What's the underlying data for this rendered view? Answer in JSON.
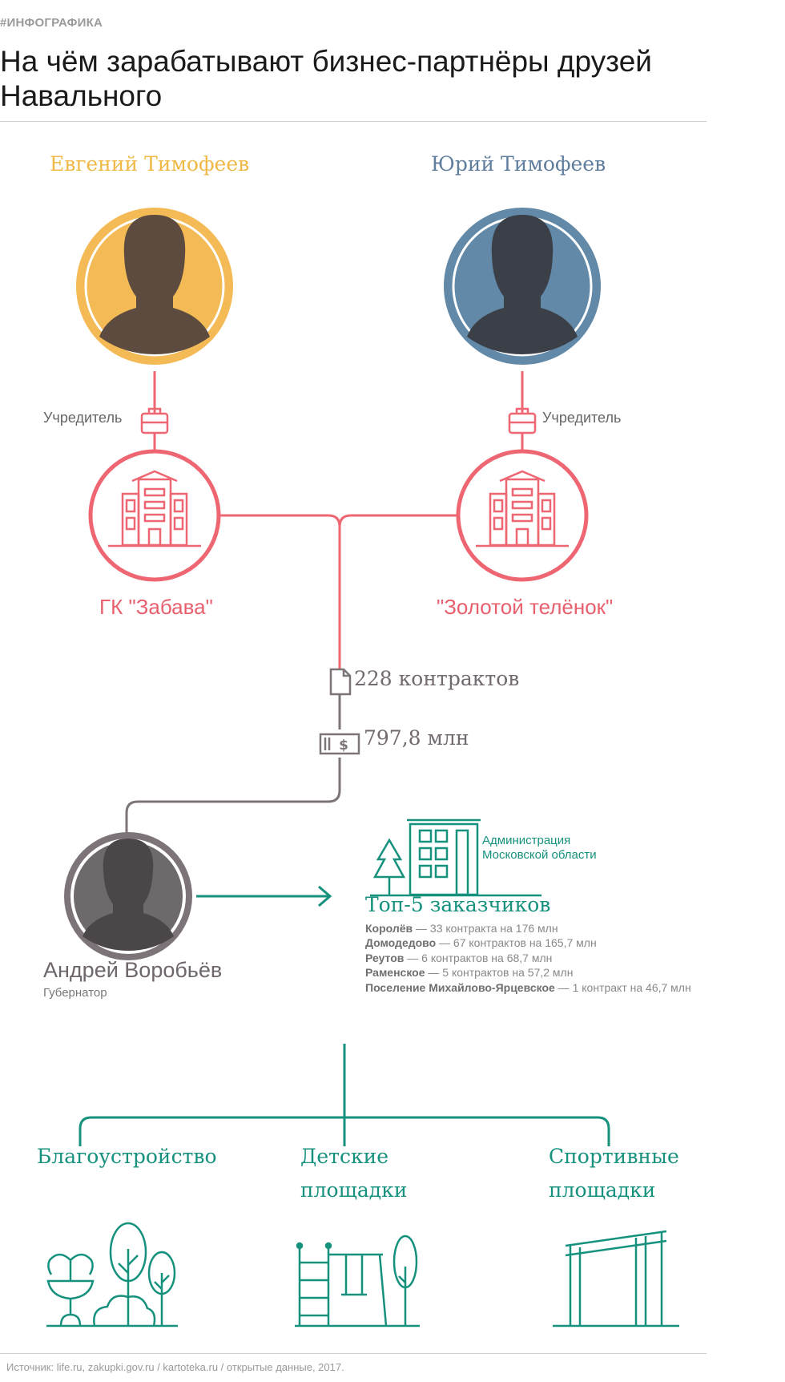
{
  "header": {
    "tag": "#ИНФОГРАФИКА",
    "title": "На чём зарабатывают бизнес-партнёры друзей Навального"
  },
  "people": [
    {
      "name": "Евгений Тимофеев",
      "role": "Учредитель",
      "color": "#f3ba56"
    },
    {
      "name": "Юрий Тимофеев",
      "role": "Учредитель",
      "color": "#628aa8"
    }
  ],
  "companies": [
    {
      "name": "ГК \"Забава\""
    },
    {
      "name": "\"Золотой телёнок\""
    }
  ],
  "flow": {
    "contracts": "228 контрактов",
    "amount": "797,8 млн"
  },
  "governor": {
    "name": "Андрей Воробьёв",
    "role": "Губернатор"
  },
  "administration": {
    "line1": "Администрация",
    "line2": "Московской области",
    "top_title": "Топ-5 заказчиков",
    "top_customers": [
      {
        "name": "Королёв",
        "detail": " — 33 контракта на 176 млн"
      },
      {
        "name": "Домодедово",
        "detail": " — 67 контрактов на 165,7 млн"
      },
      {
        "name": "Реутов",
        "detail": " — 6 контрактов на 68,7 млн"
      },
      {
        "name": "Раменское",
        "detail": " — 5 контрактов на 57,2 млн"
      },
      {
        "name": "Поселение Михайлово-Ярцевское",
        "detail": " — 1 контракт на 46,7 млн"
      }
    ]
  },
  "categories": [
    {
      "line1": "Благоустройство",
      "line2": ""
    },
    {
      "line1": "Детские",
      "line2": "площадки"
    },
    {
      "line1": "Спортивные",
      "line2": "площадки"
    }
  ],
  "footer": {
    "source": "Источник: life.ru, zakupki.gov.ru / kartoteka.ru / открытые данные, 2017."
  },
  "colors": {
    "yellow": "#f3ba56",
    "blue": "#628aa8",
    "red": "#ee6672",
    "gray": "#7d7479",
    "green": "#15917d"
  },
  "icons": [
    "person-silhouette-icon",
    "briefcase-icon",
    "building-icon",
    "document-icon",
    "banknote-icon",
    "arrow-right-icon",
    "tree-icon",
    "fountain-icon",
    "playground-icon",
    "sports-frame-icon"
  ]
}
